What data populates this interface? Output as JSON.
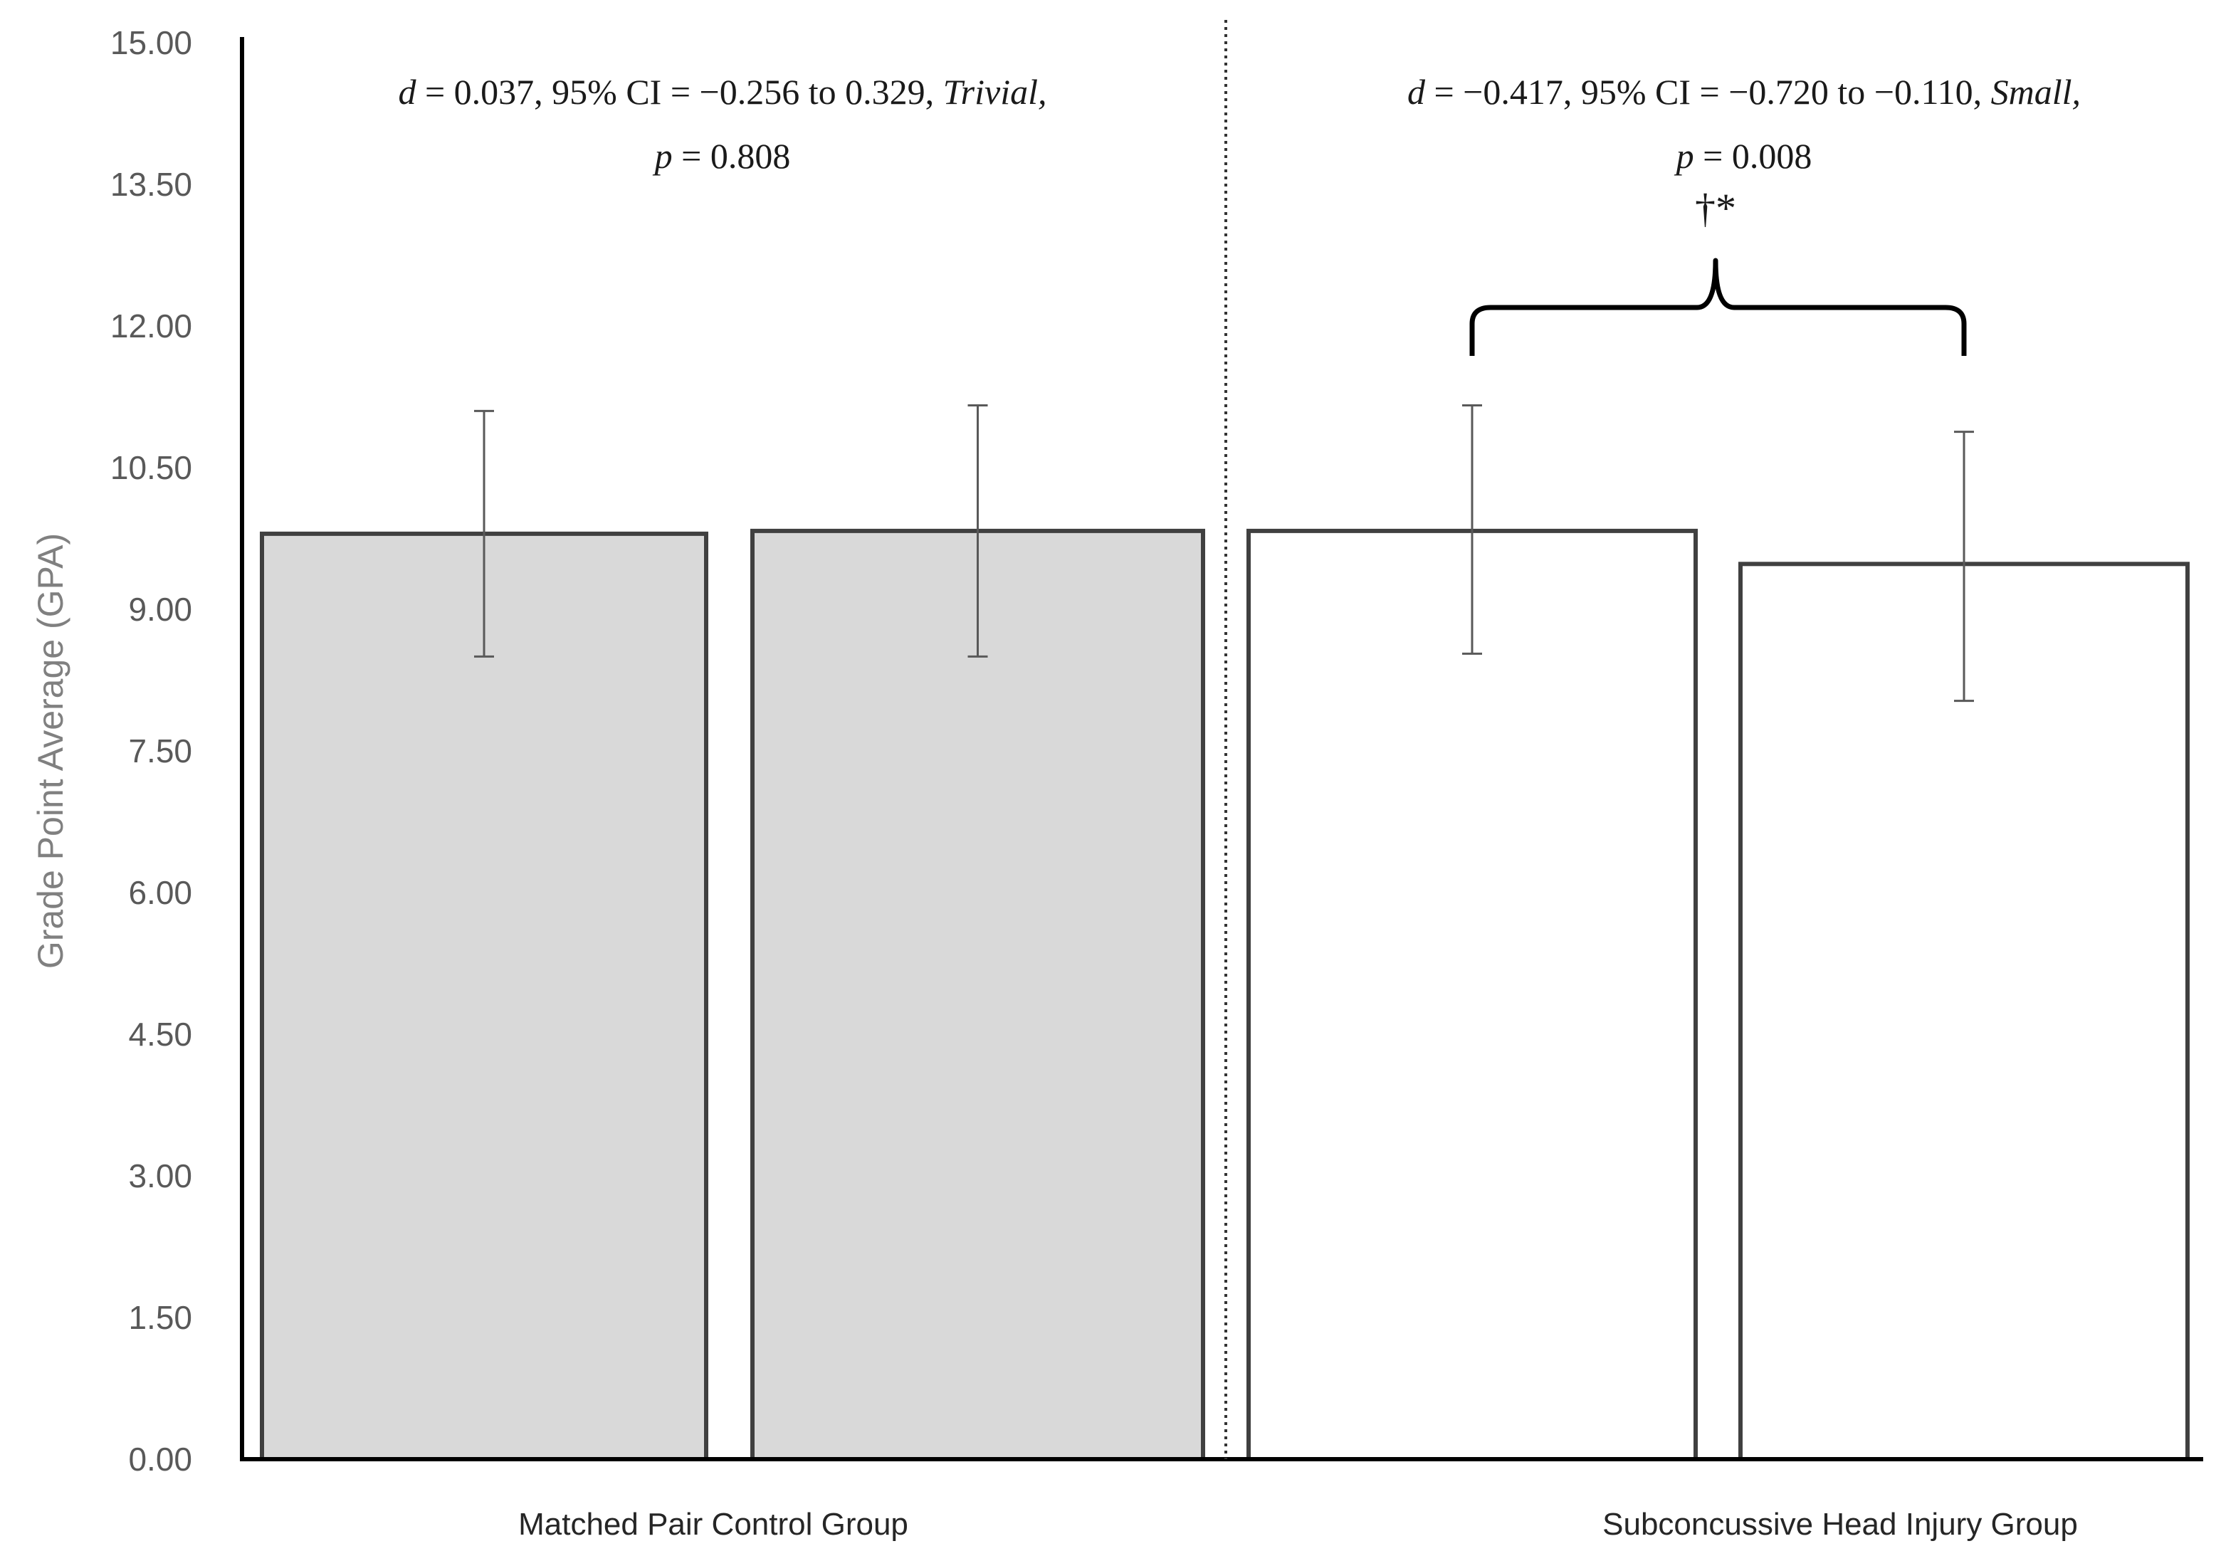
{
  "chart_data": {
    "type": "bar",
    "ylabel": "Grade Point Average (GPA)",
    "ylim": [
      0,
      15
    ],
    "yticks": [
      "0.00",
      "1.50",
      "3.00",
      "4.50",
      "6.00",
      "7.50",
      "9.00",
      "10.50",
      "12.00",
      "13.50",
      "15.00"
    ],
    "grid": false,
    "groups": [
      {
        "label": "Matched Pair Control Group",
        "fill": "#d9d9d9",
        "bars": [
          {
            "value": 9.8,
            "error_low": 8.5,
            "error_high": 11.1
          },
          {
            "value": 9.83,
            "error_low": 8.5,
            "error_high": 11.16
          }
        ],
        "annotation": {
          "d_symbol": "d",
          "line1_rest": " = 0.037, 95% CI = −0.256 to 0.329, ",
          "magnitude": "Trivial,",
          "p_symbol": "p",
          "line2_rest": " = 0.808"
        }
      },
      {
        "label": "Subconcussive Head Injury Group",
        "fill": "#ffffff",
        "bars": [
          {
            "value": 9.83,
            "error_low": 8.53,
            "error_high": 11.16
          },
          {
            "value": 9.48,
            "error_low": 8.03,
            "error_high": 10.88
          }
        ],
        "annotation": {
          "d_symbol": "d",
          "line1_rest": " = −0.417, 95% CI = −0.720 to −0.110, ",
          "magnitude": "Small,",
          "p_symbol": "p",
          "line2_rest": " = 0.008",
          "marker": "†*"
        }
      }
    ],
    "colors": {
      "bar_stroke": "#404040",
      "error_bar": "#595959",
      "axis": "#000000"
    }
  }
}
